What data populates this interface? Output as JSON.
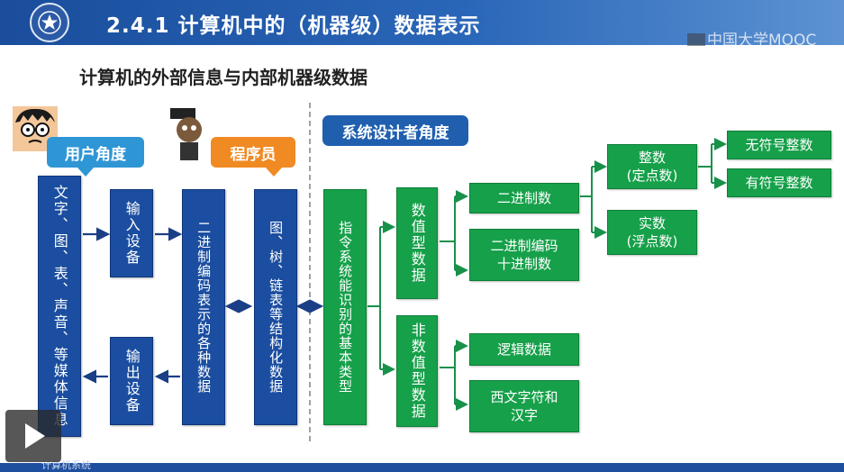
{
  "header": {
    "title": "2.4.1 计算机中的（机器级）数据表示",
    "watermark": "中国大学MOOC"
  },
  "subtitle": "计算机的外部信息与内部机器级数据",
  "tags": {
    "user": "用户角度",
    "programmer": "程序员",
    "designer": "系统设计者角度"
  },
  "left_boxes": {
    "media": "文字、图、表、声音、等媒体信息",
    "input": "输入设备",
    "output": "输出设备",
    "binary": "二进制编码表示的各种数据",
    "struct": "图、树、链表等结构化数据"
  },
  "right_boxes": {
    "instr": "指令系统能识别的基本类型",
    "numeric": "数值型数据",
    "nonnumeric": "非数值型数据",
    "bin": "二进制数",
    "bcd_1": "二进制编码",
    "bcd_2": "十进制数",
    "int_1": "整数",
    "int_2": "(定点数)",
    "real_1": "实数",
    "real_2": "(浮点数)",
    "unsigned": "无符号整数",
    "signed": "有符号整数",
    "logic": "逻辑数据",
    "char_1": "西文字符和",
    "char_2": "汉字"
  },
  "bottom": {
    "caption": "计算机系统"
  },
  "colors": {
    "header_blue": "#1a4d9c",
    "box_blue": "#1b4ea0",
    "box_green": "#16a04a",
    "tag_orange": "#f08a23",
    "tag_blue": "#2f96d6"
  },
  "icons": {
    "play": "play-icon",
    "logo": "university-logo-icon"
  }
}
